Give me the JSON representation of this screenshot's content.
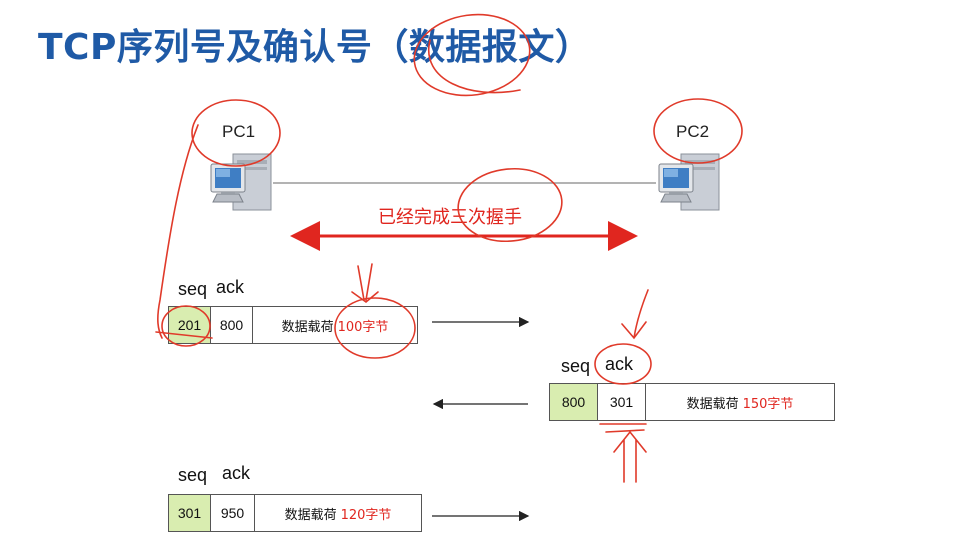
{
  "title": "TCP序列号及确认号（数据报文）",
  "pc1": {
    "label": "PC1"
  },
  "pc2": {
    "label": "PC2"
  },
  "handshake_label": "已经完成三次握手",
  "segments": [
    {
      "seq_header": "seq",
      "ack_header": "ack",
      "seq": "201",
      "ack": "800",
      "payload_label": "数据载荷",
      "payload_size": "100字节",
      "direction": "right"
    },
    {
      "seq_header": "seq",
      "ack_header": "ack",
      "seq": "800",
      "ack": "301",
      "payload_label": "数据载荷",
      "payload_size": "150字节",
      "direction": "left"
    },
    {
      "seq_header": "seq",
      "ack_header": "ack",
      "seq": "301",
      "ack": "950",
      "payload_label": "数据载荷",
      "payload_size": "120字节",
      "direction": "right"
    }
  ],
  "colors": {
    "title": "#1f5aa6",
    "accent_red": "#e0261f",
    "seq_fill": "#d9edb0",
    "annotation": "#e03a2a"
  },
  "icons": [
    "desktop-computer-icon",
    "desktop-computer-icon"
  ]
}
